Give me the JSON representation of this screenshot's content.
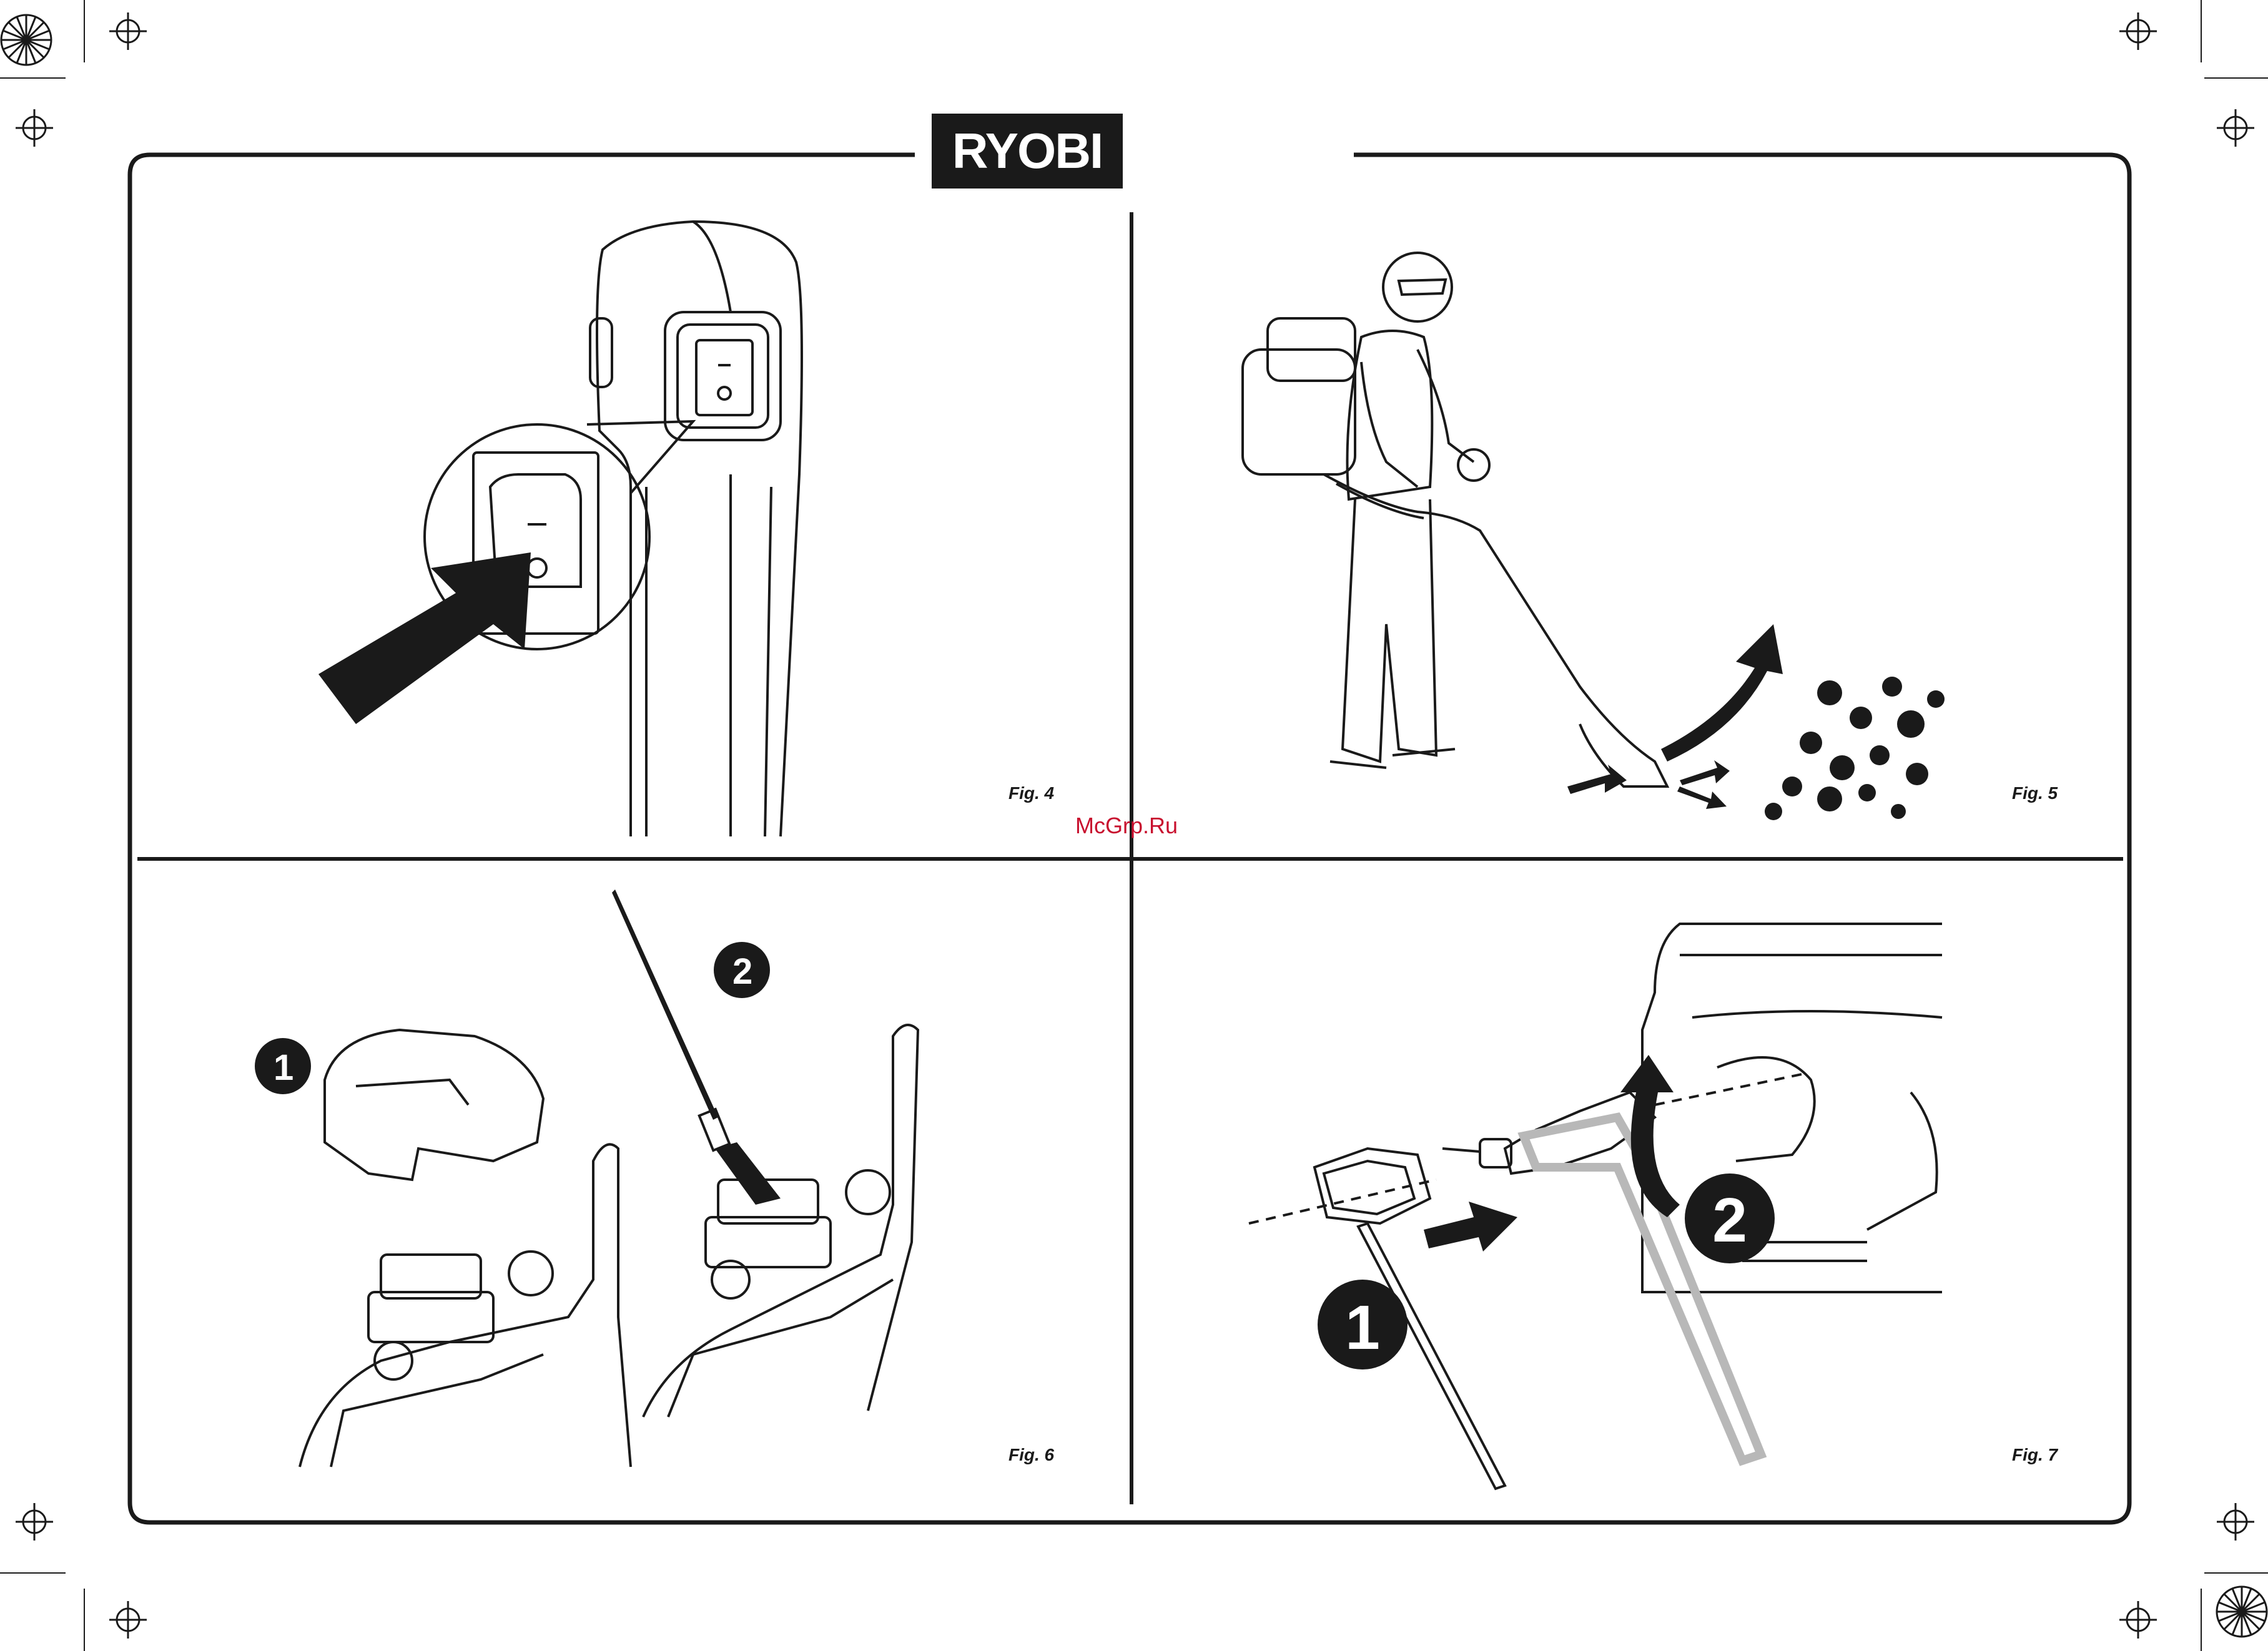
{
  "header": {
    "brand_logo_text": "RYOBI"
  },
  "figures": {
    "fig4": {
      "label": "Fig. 4"
    },
    "fig5": {
      "label": "Fig. 5"
    },
    "fig6": {
      "label": "Fig. 6",
      "step1": "1",
      "step2": "2"
    },
    "fig7": {
      "label": "Fig. 7",
      "step1": "1",
      "step2": "2"
    }
  },
  "watermark": {
    "text": "McGrp.Ru"
  },
  "colors": {
    "ink": "#1a1a1a",
    "paper": "#ffffff",
    "watermark": "#c8102e",
    "highlight_grey": "#b8b8b8"
  },
  "icons": [
    "registration-mark-icon",
    "crop-mark-icon",
    "arrow-icon",
    "step-badge-icon"
  ]
}
